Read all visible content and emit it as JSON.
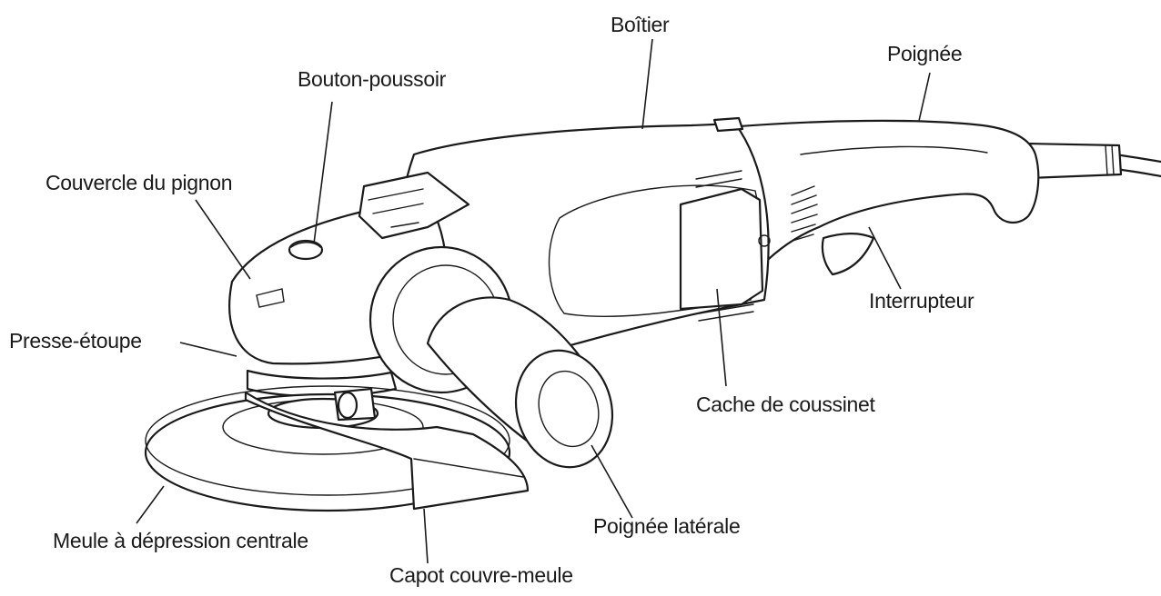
{
  "labels": {
    "boitier": "Boîtier",
    "poignee": "Poignée",
    "bouton_poussoir": "Bouton-poussoir",
    "couvercle_pignon": "Couvercle du pignon",
    "interrupteur": "Interrupteur",
    "presse_etoupe": "Presse-étoupe",
    "cache_coussinet": "Cache de coussinet",
    "poignee_laterale": "Poignée latérale",
    "meule": "Meule à dépression centrale",
    "capot": "Capot couvre-meule"
  }
}
